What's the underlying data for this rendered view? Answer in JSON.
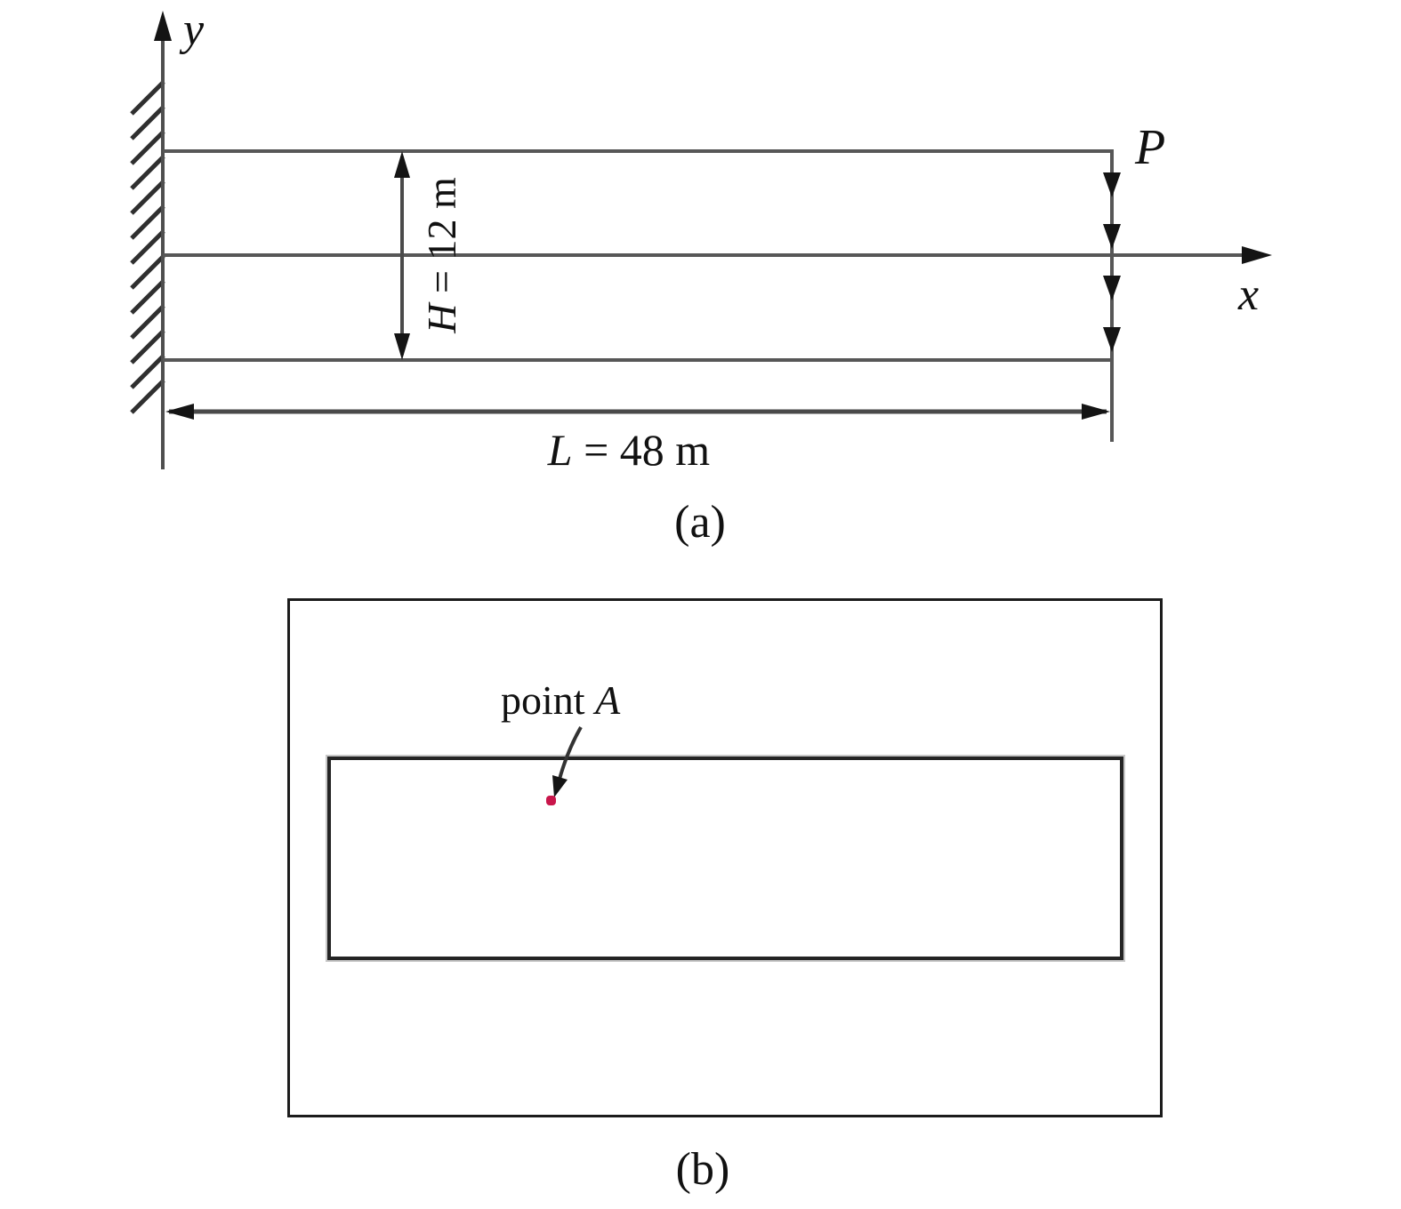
{
  "figure_a": {
    "caption": "(a)",
    "y_axis_label": "y",
    "x_axis_label": "x",
    "load_label": "P",
    "height_dimension": {
      "variable": "H",
      "equals_value": " = 12 m"
    },
    "length_dimension": {
      "variable": "L",
      "equals_value": " = 48 m"
    }
  },
  "figure_b": {
    "caption": "(b)",
    "point_label_prefix": "point ",
    "point_label_variable": "A"
  },
  "colors": {
    "diagram_line_gray": "#4f4f4f",
    "arrowhead_black": "#141414",
    "mesh_border": "#242424",
    "mesh_dot_blue": "#4f7da9",
    "point_a_red": "#c9164b"
  }
}
